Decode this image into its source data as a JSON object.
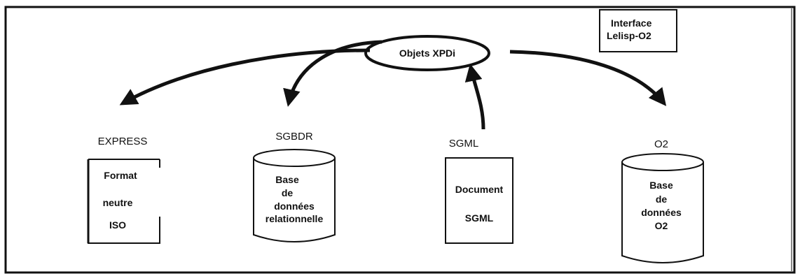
{
  "interface_box": {
    "line1": "Interface",
    "line2": "Lelisp-O2"
  },
  "center_node": {
    "label": "Objets XPDi"
  },
  "nodes": {
    "express": {
      "label": "EXPRESS",
      "lines": [
        "Format",
        "neutre",
        "ISO"
      ]
    },
    "sgbdr": {
      "label": "SGBDR",
      "lines": [
        "Base",
        "de",
        "données",
        "relationnelle"
      ]
    },
    "sgml": {
      "label": "SGML",
      "lines": [
        "Document",
        "SGML"
      ]
    },
    "o2": {
      "label": "O2",
      "lines": [
        "Base",
        "de",
        "données",
        "O2"
      ]
    }
  }
}
